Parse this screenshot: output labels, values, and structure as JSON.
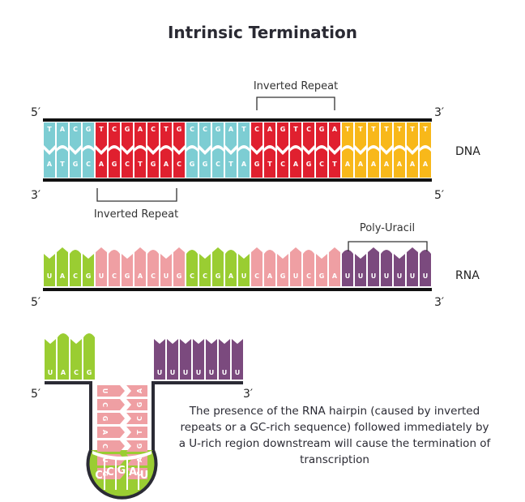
{
  "title": "Intrinsic Termination",
  "colors": {
    "teal": "#7dcdd3",
    "red": "#e0202f",
    "yellow": "#f8b81a",
    "green": "#9acd32",
    "pink": "#ef9fa3",
    "purple": "#7b4a7e",
    "backbone": "#111111",
    "hairpin_outline": "#2b2b35"
  },
  "dna": {
    "label": "DNA",
    "top_strand": {
      "start_label": "5′",
      "end_label": "3′",
      "bases": [
        "T",
        "A",
        "C",
        "G",
        "T",
        "C",
        "G",
        "A",
        "C",
        "T",
        "G",
        "C",
        "C",
        "G",
        "A",
        "T",
        "C",
        "A",
        "G",
        "T",
        "C",
        "G",
        "A",
        "T",
        "T",
        "T",
        "T",
        "T",
        "T",
        "T"
      ]
    },
    "bottom_strand": {
      "start_label": "3′",
      "end_label": "5′",
      "bases": [
        "A",
        "T",
        "G",
        "C",
        "A",
        "G",
        "C",
        "T",
        "G",
        "A",
        "C",
        "G",
        "G",
        "C",
        "T",
        "A",
        "G",
        "T",
        "C",
        "A",
        "G",
        "C",
        "T",
        "A",
        "A",
        "A",
        "A",
        "A",
        "A",
        "A"
      ]
    },
    "segment_colors": [
      "teal",
      "teal",
      "teal",
      "teal",
      "red",
      "red",
      "red",
      "red",
      "red",
      "red",
      "red",
      "teal",
      "teal",
      "teal",
      "teal",
      "teal",
      "red",
      "red",
      "red",
      "red",
      "red",
      "red",
      "red",
      "yellow",
      "yellow",
      "yellow",
      "yellow",
      "yellow",
      "yellow",
      "yellow"
    ],
    "bracket_top_label": "Inverted Repeat",
    "bracket_bottom_label": "Inverted Repeat"
  },
  "rna": {
    "label": "RNA",
    "start_label": "5′",
    "end_label": "3′",
    "bases": [
      "U",
      "A",
      "C",
      "G",
      "U",
      "C",
      "G",
      "A",
      "C",
      "U",
      "G",
      "C",
      "C",
      "G",
      "A",
      "U",
      "C",
      "A",
      "G",
      "U",
      "C",
      "G",
      "A",
      "U",
      "U",
      "U",
      "U",
      "U",
      "U",
      "U"
    ],
    "segment_colors": [
      "green",
      "green",
      "green",
      "green",
      "pink",
      "pink",
      "pink",
      "pink",
      "pink",
      "pink",
      "pink",
      "green",
      "green",
      "green",
      "green",
      "green",
      "pink",
      "pink",
      "pink",
      "pink",
      "pink",
      "pink",
      "pink",
      "purple",
      "purple",
      "purple",
      "purple",
      "purple",
      "purple",
      "purple"
    ],
    "bracket_label": "Poly-Uracil"
  },
  "hairpin": {
    "start_label": "5′",
    "end_label": "3′",
    "left_flank": [
      "U",
      "A",
      "C",
      "G"
    ],
    "right_flank": [
      "U",
      "U",
      "U",
      "U",
      "U",
      "U",
      "U"
    ],
    "stem_left": [
      "U",
      "C",
      "G",
      "A",
      "C",
      "U",
      "G"
    ],
    "stem_right": [
      "A",
      "G",
      "C",
      "T",
      "G",
      "A",
      "C"
    ],
    "loop": [
      "C",
      "C",
      "G",
      "A",
      "U"
    ]
  },
  "caption": "The presence of the RNA hairpin (caused by inverted repeats or a GC-rich sequence) followed immediately by a U-rich region downstream will cause the termination of transcription"
}
